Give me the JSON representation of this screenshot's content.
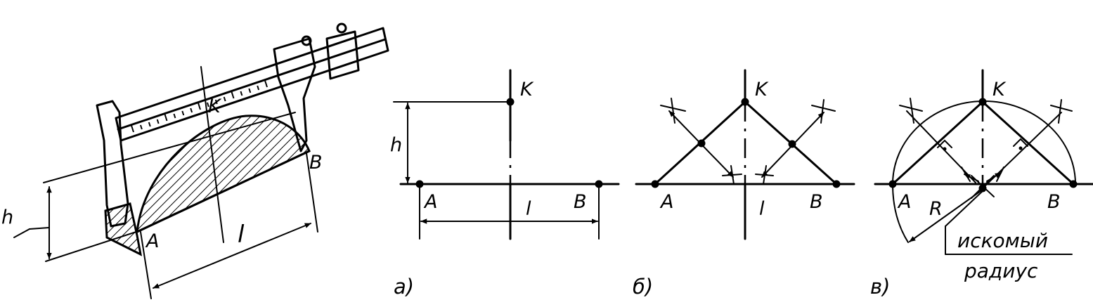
{
  "caliper": {
    "label_h": "h",
    "label_k": "K",
    "label_a": "A",
    "label_b": "B",
    "label_l": "l"
  },
  "panel_a": {
    "label_k": "K",
    "label_h": "h",
    "label_a": "A",
    "label_l": "l",
    "label_b": "B",
    "caption": "а)"
  },
  "panel_b": {
    "label_k": "K",
    "label_a": "A",
    "label_l": "l",
    "label_b": "B",
    "caption": "б)"
  },
  "panel_c": {
    "label_k": "K",
    "label_a": "A",
    "label_r": "R",
    "label_b": "B",
    "hint_line1": "искомый",
    "hint_line2": "радиус",
    "caption": "в)"
  }
}
